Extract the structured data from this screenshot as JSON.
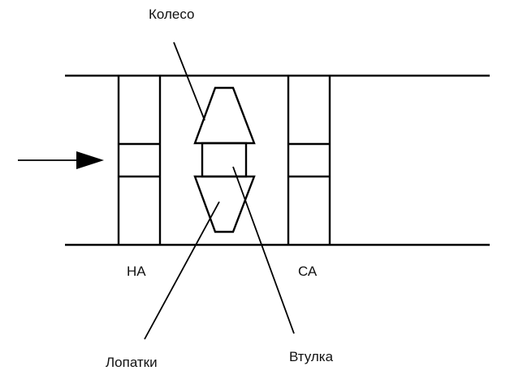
{
  "labels": {
    "wheel": "Колесо",
    "guide_vane": "НА",
    "stator_vane": "СА",
    "blades": "Лопатки",
    "hub": "Втулка"
  },
  "colors": {
    "line": "#000000",
    "text": "#111111",
    "background": "#ffffff"
  }
}
